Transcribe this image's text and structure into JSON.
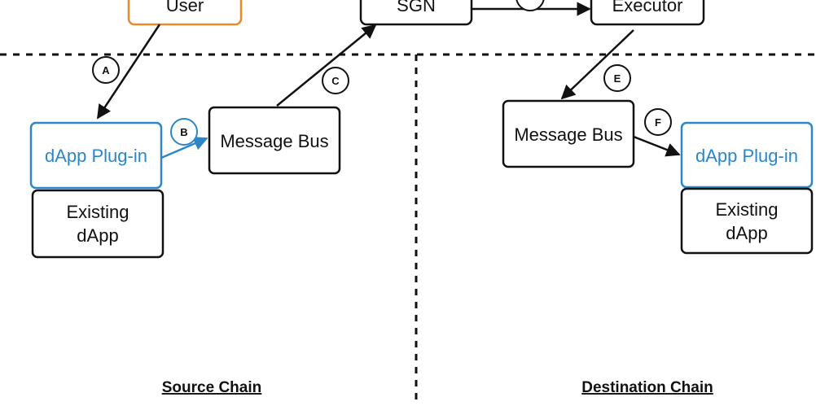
{
  "colors": {
    "black": "#111111",
    "orange": "#e8892b",
    "blue": "#2a87c8",
    "white": "#ffffff"
  },
  "nodes": {
    "user": "User",
    "sgn": "SGN",
    "executor": "Executor",
    "src_plugin": "dApp Plug-in",
    "src_existing_line1": "Existing",
    "src_existing_line2": "dApp",
    "src_bus": "Message Bus",
    "dst_bus": "Message Bus",
    "dst_plugin": "dApp Plug-in",
    "dst_existing_line1": "Existing",
    "dst_existing_line2": "dApp"
  },
  "steps": {
    "a": "A",
    "b": "B",
    "c": "C",
    "d": "",
    "e": "E",
    "f": "F"
  },
  "sections": {
    "source": "Source Chain",
    "destination": "Destination Chain"
  }
}
